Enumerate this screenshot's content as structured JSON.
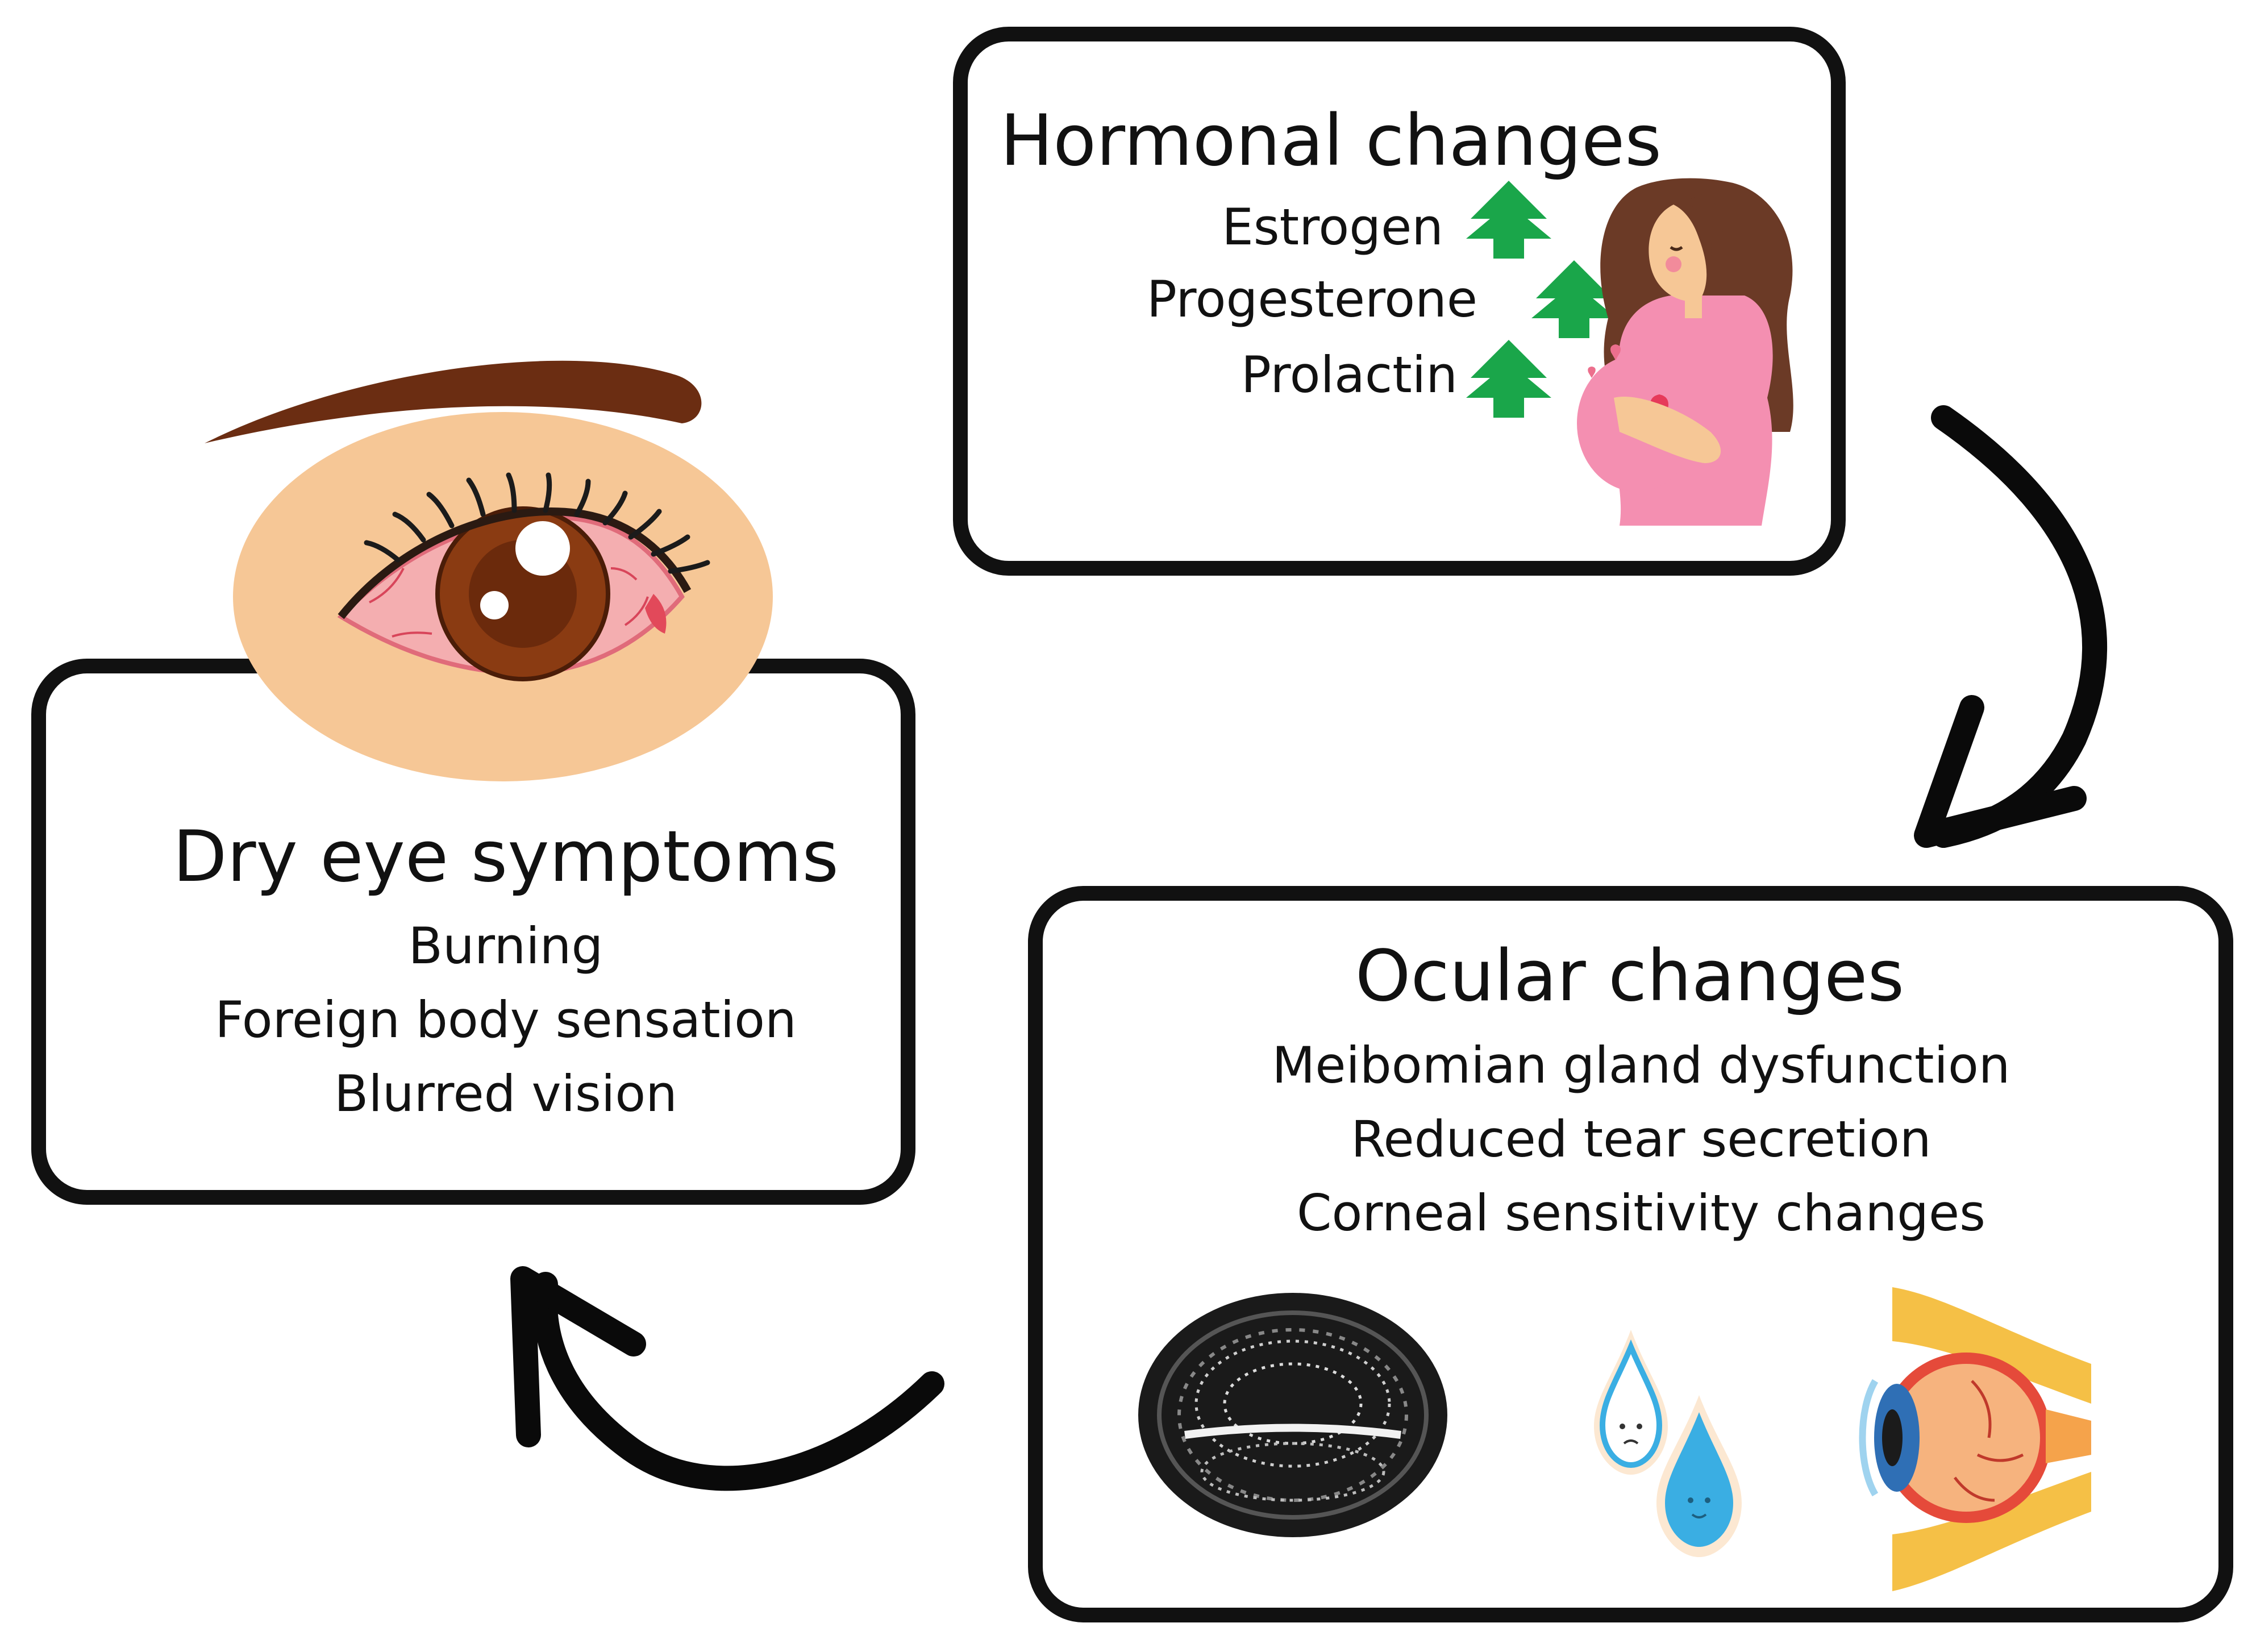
{
  "hormonal": {
    "title": "Hormonal changes",
    "items": [
      {
        "label": "Estrogen",
        "trend": "up"
      },
      {
        "label": "Progesterone",
        "trend": "up"
      },
      {
        "label": "Prolactin",
        "trend": "up"
      }
    ],
    "illustration": "pregnant-woman-icon"
  },
  "ocular": {
    "title": "Ocular changes",
    "items": [
      "Meibomian gland dysfunction",
      "Reduced tear secretion",
      "Corneal sensitivity changes"
    ],
    "illustrations": [
      "meibomian-gland-icon",
      "tear-drops-icon",
      "eye-anatomy-icon"
    ]
  },
  "dry_eye": {
    "title": "Dry eye symptoms",
    "items": [
      "Burning",
      "Foreign body sensation",
      "Blurred vision"
    ],
    "illustration": "red-eye-icon"
  },
  "colors": {
    "box_border": "#111111",
    "arrow": "#0a0a0a",
    "up_arrow": "#1aa64a",
    "skin": "#f6c796",
    "iris": "#8a3b12",
    "dress": "#f48fb1",
    "hair": "#6b3a26",
    "tear": "#3aaee3"
  }
}
